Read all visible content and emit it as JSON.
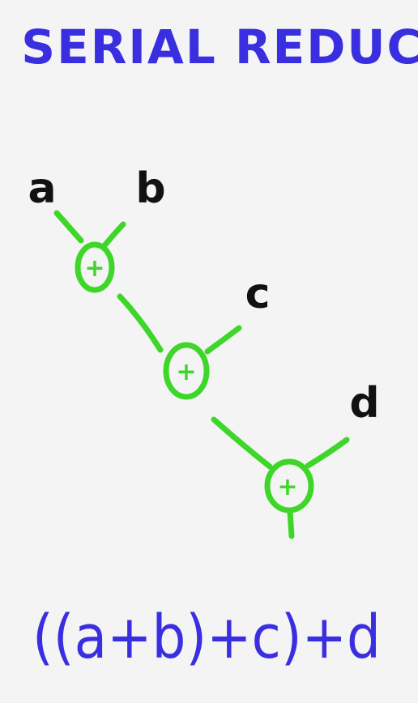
{
  "title": "SERIAL REDUCE",
  "inputs": {
    "a": "a",
    "b": "b",
    "c": "c",
    "d": "d"
  },
  "operators": [
    {
      "symbol": "+"
    },
    {
      "symbol": "+"
    },
    {
      "symbol": "+"
    }
  ],
  "expression": "((a+b)+c)+d",
  "colors": {
    "title": "#3a2fe0",
    "formula": "#3a2fe0",
    "tree": "#3fd62a",
    "labels": "#111111",
    "background": "#f4f4f4"
  }
}
